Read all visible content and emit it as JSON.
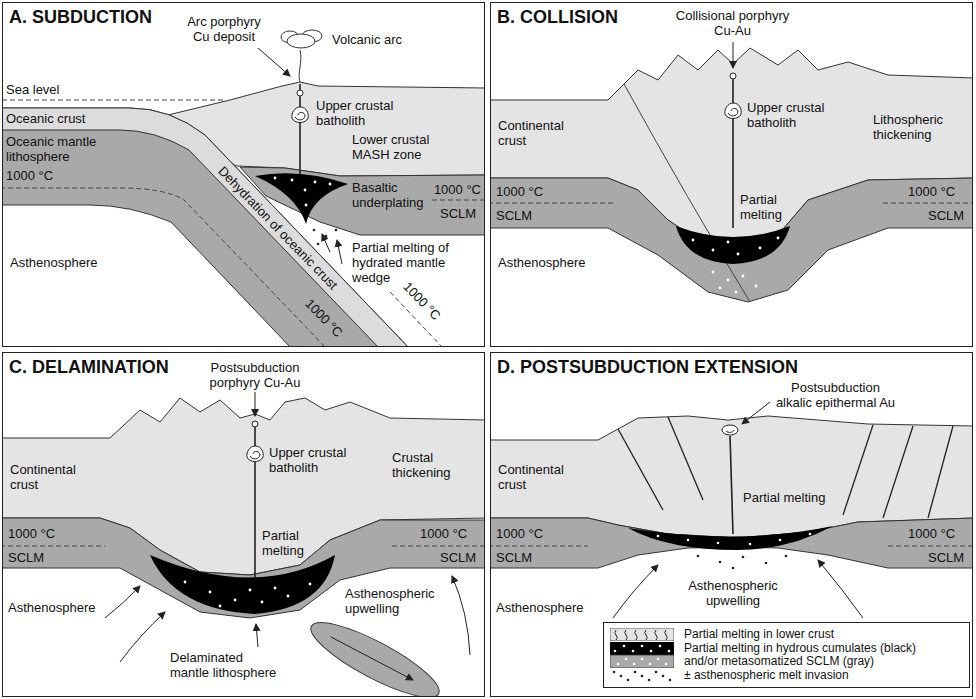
{
  "diagram": {
    "nodes": [
      {
        "text": [
          "A. SUBDUCTION"
        ]
      },
      {
        "text": [
          "B. COLLISION"
        ]
      },
      {
        "text": [
          "C. DELAMINATION"
        ]
      },
      {
        "text": [
          "D. POSTSUBDUCTION EXTENSION"
        ]
      }
    ],
    "labels": [
      "Arc porphyry Cu deposit",
      "Volcanic arc",
      "Sea level",
      "Oceanic crust",
      "Oceanic mantle lithosphere",
      "Upper crustal batholith",
      "Lower crustal MASH zone",
      "1000 °C",
      "Basaltic underplating",
      "1000 °C",
      "SCLM",
      "Partial melting of hydrated mantle wedge",
      "Asthenosphere",
      "Dehydration of oceanic crust",
      "1000 °C",
      "1000 °C",
      "Collisional porphyry Cu-Au",
      "Upper crustal batholith",
      "Continental crust",
      "Lithospheric thickening",
      "Partial melting",
      "1000 °C",
      "1000 °C",
      "SCLM",
      "SCLM",
      "Asthenosphere",
      "Postsubduction porphyry Cu-Au",
      "Upper crustal batholith",
      "Continental crust",
      "Crustal thickening",
      "Partial melting",
      "1000 °C",
      "1000 °C",
      "SCLM",
      "SCLM",
      "Asthenosphere",
      "Asthenospheric upwelling",
      "Delaminated mantle lithosphere",
      "Postsubduction alkalic epithermal Au",
      "Partial melting",
      "Continental crust",
      "1000 °C",
      "1000 °C",
      "SCLM",
      "SCLM",
      "Asthenospheric upwelling",
      "Asthenosphere"
    ],
    "legend": [
      {
        "text": "Partial melting in lower crust"
      },
      {
        "text": "Partial melting in hydrous cumulates (black) and/or metasomatized SCLM (gray)"
      },
      {
        "text": "± asthenospheric melt invasion"
      }
    ]
  }
}
